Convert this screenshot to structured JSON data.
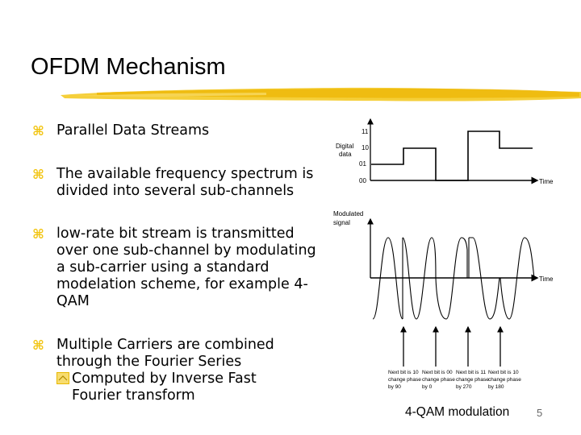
{
  "slide": {
    "title": "OFDM Mechanism",
    "page_number": "5",
    "accent_color": "#F2C40F"
  },
  "bullets": [
    {
      "icon": "command-bullet-icon",
      "text": "Parallel Data Streams"
    },
    {
      "icon": "command-bullet-icon",
      "text": "The available frequency spectrum is\ndivided into several sub-channels"
    },
    {
      "icon": "command-bullet-icon",
      "text": "low-rate bit stream is transmitted\nover one sub-channel by modulating\na sub-carrier using a standard\nmodelation scheme, for example 4-\nQAM"
    },
    {
      "icon": "command-bullet-icon",
      "text": "Multiple Carriers are combined\nthrough the Fourier Series"
    }
  ],
  "sub_bullets": [
    {
      "icon": "chevron-box-bullet-icon",
      "text": "Computed by Inverse Fast\nFourier transform"
    }
  ],
  "diagram": {
    "caption": "4-QAM modulation",
    "digital": {
      "ylabel": "Digital data",
      "ylabel_line1": "Digital",
      "ylabel_line2": "data",
      "levels": [
        "11",
        "10",
        "01",
        "00"
      ],
      "xlabel": "Time",
      "sequence": [
        "01",
        "10",
        "00",
        "11",
        "10"
      ]
    },
    "modulated": {
      "ylabel_line1": "Modulated",
      "ylabel_line2": "signal",
      "xlabel": "Time"
    },
    "annotations": [
      {
        "line1": "Next bit is 10",
        "line2": "change phase",
        "line3": "by 90"
      },
      {
        "line1": "Next bit is 00",
        "line2": "change phase",
        "line3": "by 0"
      },
      {
        "line1": "Next bit is 11",
        "line2": "change phase",
        "line3": "by 270"
      },
      {
        "line1": "Next bit is 10",
        "line2": "change phase",
        "line3": "by 180"
      }
    ]
  }
}
